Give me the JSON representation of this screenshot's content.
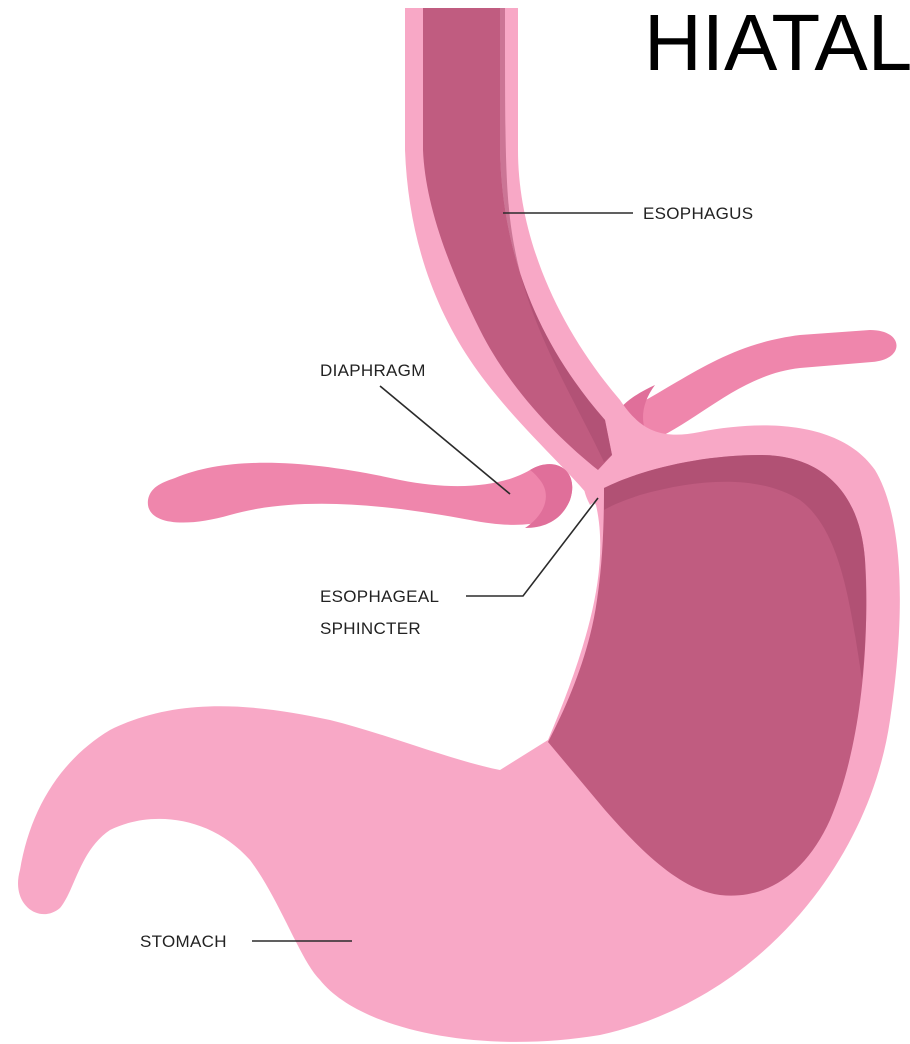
{
  "title": "HIATAL",
  "labels": {
    "esophagus": "ESOPHAGUS",
    "diaphragm": "DIAPHRAGM",
    "sphincter_line1": "ESOPHAGEAL",
    "sphincter_line2": "SPHINCTER",
    "stomach": "STOMACH"
  },
  "colors": {
    "outer_pink": "#f8a8c6",
    "inner_mauve": "#c05c80",
    "dark_mauve": "#a64a6d",
    "diaphragm_pink": "#ef86ac",
    "diaphragm_dark": "#e06f9a"
  }
}
